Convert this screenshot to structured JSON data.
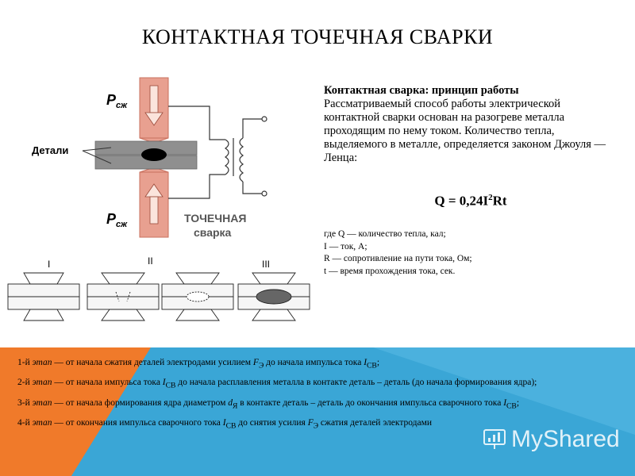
{
  "slide": {
    "title": "КОНТАКТНАЯ ТОЧЕЧНАЯ СВАРКИ"
  },
  "diagram": {
    "force_top": "Р",
    "force_top_sub": "сж",
    "force_bottom": "Р",
    "force_bottom_sub": "сж",
    "parts_label": "Детали",
    "caption_line1": "ТОЧЕЧНАЯ",
    "caption_line2": "сварка",
    "stage_labels": [
      "I",
      "II",
      "III"
    ]
  },
  "principle": {
    "heading": "Контактная сварка: принцип работы",
    "body": "Рассматриваемый способ работы электрической контактной сварки основан на разогреве металла проходящим по нему током. Количество тепла, выделяемого в металле, определяется законом Джоуля — Ленца:"
  },
  "formula": {
    "left": "Q = 0,24I",
    "exponent": "2",
    "right": "Rt"
  },
  "legend": [
    "где Q — количество тепла, кал;",
    "I — ток, А;",
    "R — сопротивление на пути тока, Ом;",
    "t — время прохождения тока, сек."
  ],
  "stages": [
    {
      "n": "1-й",
      "word": "этап",
      "t1": " — от начала сжатия деталей электродами усилием ",
      "v1": "F",
      "s1": "Э",
      "t2": " до начала импульса тока ",
      "v2": "I",
      "s2": "СВ",
      "t3": ";",
      "v3": "",
      "s3": "",
      "t4": ""
    },
    {
      "n": "2-й",
      "word": "этап",
      "t1": " — от начала импульса тока ",
      "v1": "I",
      "s1": "СВ",
      "t2": " до начала расплавления металла в контакте деталь – деталь (до начала формирования ядра);",
      "v2": "",
      "s2": "",
      "t3": "",
      "v3": "",
      "s3": "",
      "t4": ""
    },
    {
      "n": "3-й",
      "word": "этап",
      "t1": " — от начала формирования ядра диаметром ",
      "v1": "d",
      "s1": "Я",
      "t2": " в контакте деталь – деталь до окончания импульса сварочного тока ",
      "v2": "I",
      "s2": "СВ",
      "t3": ";",
      "v3": "",
      "s3": "",
      "t4": ""
    },
    {
      "n": "4-й",
      "word": "этап",
      "t1": " — от окончания импульса сварочного тока ",
      "v1": "I",
      "s1": "СВ",
      "t2": " до снятия усилия ",
      "v2": "F",
      "s2": "Э",
      "t3": " сжатия деталей электродами",
      "v3": "",
      "s3": "",
      "t4": ""
    }
  ],
  "watermark": {
    "text": "MyShared"
  },
  "colors": {
    "electrode": "#e8a090",
    "electrode_dark": "#c9705e",
    "part": "#8f8f8f",
    "nugget": "#000000",
    "panel_blue": "#3aa6d6",
    "panel_orange": "#f07a2a"
  }
}
